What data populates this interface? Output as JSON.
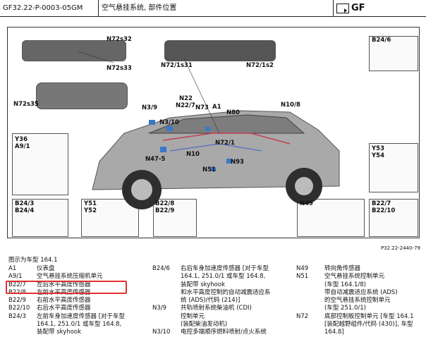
{
  "header": {
    "code": "GF32.22-P-0003-05GM",
    "title": "空气悬挂系统, 部件位置",
    "gf": "GF"
  },
  "diagram": {
    "labels": {
      "n72s32": "N72s32",
      "n72s33": "N72s33",
      "n72s35": "N72s35",
      "n72_1s31": "N72/1s31",
      "n72_1s2": "N72/1s2",
      "b24_6": "B24/6",
      "n3_9": "N3/9",
      "n22": "N22",
      "n22_7": "N22/7",
      "n73": "N73",
      "a1": "A1",
      "n80": "N80",
      "n10_8": "N10/8",
      "n3_10": "N3/10",
      "y36": "Y36",
      "a9_1": "A9/1",
      "n72_1": "N72/1",
      "n47_5": "N47-5",
      "n10": "N10",
      "n93": "N93",
      "n51": "N51",
      "y53": "Y53",
      "y54": "Y54",
      "b24_3": "B24/3",
      "b24_4": "B24/4",
      "y51": "Y51",
      "y52": "Y52",
      "b22_8": "B22/8",
      "b22_9": "B22/9",
      "n49": "N49",
      "b22_7": "B22/7",
      "b22_10": "B22/10"
    },
    "ref": "P32.22-2440-79"
  },
  "legend": {
    "heading": "图示为车型 164.1",
    "col1": [
      {
        "k": "A1",
        "v": "仪表盘"
      },
      {
        "k": "A9/1",
        "v": "空气悬挂系统压缩机单元"
      },
      {
        "k": "B22/7",
        "v": "左后水平高度传感器"
      },
      {
        "k": "B22/8",
        "v": "左前水平高度传感器"
      },
      {
        "k": "B22/9",
        "v": "右前水平高度传感器"
      },
      {
        "k": "B22/10",
        "v": "右后水平高度传感器"
      },
      {
        "k": "B24/3",
        "v": "左前车身加速度传感器 [对于车型"
      },
      {
        "k": "",
        "v": "164.1, 251.0/1 或车型 164.8,"
      },
      {
        "k": "",
        "v": "装配带 skyhook"
      }
    ],
    "col2": [
      {
        "k": "B24/6",
        "v": "右后车身加速度传感器 [对于车型"
      },
      {
        "k": "",
        "v": "164.1, 251.0/1 或车型 164.8,"
      },
      {
        "k": "",
        "v": "装配带 skyhook"
      },
      {
        "k": "",
        "v": "和水平高度控制的自动减震适应系"
      },
      {
        "k": "",
        "v": "统 (ADS)/代码 (214)]"
      },
      {
        "k": "N3/9",
        "v": "共轨喷射系统柴油机 (CDI)"
      },
      {
        "k": "",
        "v": "控制单元"
      },
      {
        "k": "",
        "v": "(装配柴油发动机)"
      },
      {
        "k": "N3/10",
        "v": "电控多端顺序燃料喷射/点火系统"
      }
    ],
    "col3": [
      {
        "k": "N49",
        "v": "转向角传感器"
      },
      {
        "k": "N51",
        "v": "空气悬挂系统控制单元"
      },
      {
        "k": "",
        "v": "(车型 164.1/8)"
      },
      {
        "k": "",
        "v": "带自动减震适应系统 (ADS)"
      },
      {
        "k": "",
        "v": "的空气悬挂系统控制单元"
      },
      {
        "k": "",
        "v": "(车型 251.0/1)"
      },
      {
        "k": "N72",
        "v": "底部控制板控制单元 [车型 164.1"
      },
      {
        "k": "",
        "v": "[装配越野组件/代码 (430)], 车型"
      },
      {
        "k": "",
        "v": "164.8]"
      }
    ]
  }
}
